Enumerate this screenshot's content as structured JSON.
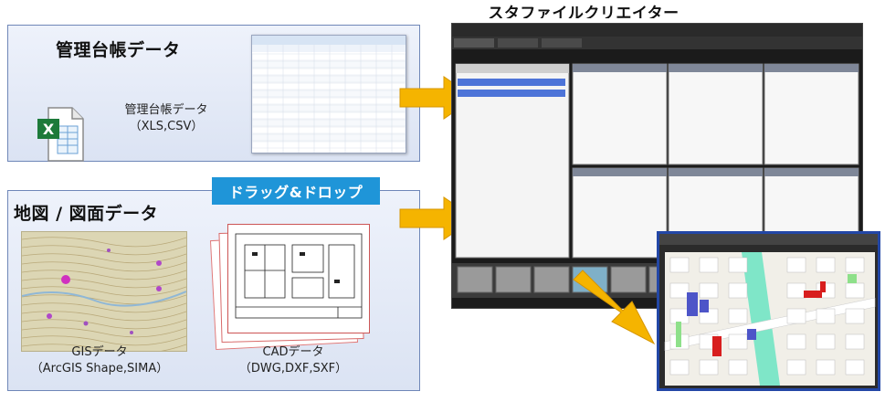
{
  "ledger_panel": {
    "title": "管理台帳データ",
    "file_label": "管理台帳データ",
    "file_formats": "（XLS,CSV）"
  },
  "map_panel": {
    "title": "地図 / 図面データ",
    "gis_label": "GISデータ",
    "gis_formats": "（ArcGIS Shape,SIMA）",
    "cad_label": "CADデータ",
    "cad_formats": "（DWG,DXF,SXF）"
  },
  "dragdrop_label": "ドラッグ&ドロップ",
  "app": {
    "title": "スタファイルクリエイター"
  },
  "colors": {
    "panel_border": "#6f87b8",
    "dragdrop_bg": "#1f95d8",
    "arrow_fill": "#f5b400",
    "map_window_border": "#2347a6"
  },
  "icons": [
    "excel-file-icon",
    "arrow-right-icon",
    "arrow-down-right-icon"
  ]
}
